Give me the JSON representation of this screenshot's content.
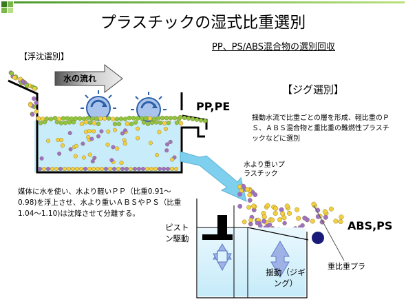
{
  "title": "プラスチックの湿式比重選別",
  "subtitle": "PP、PS/ABS混合物の選別回収",
  "float_label": "【浮沈選別】",
  "water_flow": "水の流れ",
  "pp_pe": "PP,PE",
  "jig_label": "【ジグ選別】",
  "jig_description": "揺動水流で比重ごとの層を形成、軽比重のＰＳ、ＡＢＳ混合物と重比重の難燃性プラスチックなどに選別",
  "heavier_than_water": "水より重いプラスチック",
  "media_description": "媒体に水を使い、水より軽いＰＰ（比重0.91～0.98)を浮上させ、水より重いＡＢＳやＰＳ（比重1.04～1.10)は沈降させて分離する。",
  "piston_drive": "ピストン駆動",
  "shaking": "揺動（ジギング）",
  "abs_ps": "ABS,PS",
  "heavy_plastic": "重比重プラ",
  "colors": {
    "water": "#c8ecfa",
    "arrow": "#7fd0ee",
    "pellet_green": "#8fc63f",
    "pellet_yellow": "#f4d03f",
    "pellet_purple": "#a070c8",
    "rotor": "#a9c4ec",
    "rotor_dark": "#2d5fa8",
    "navy_ball": "#1a1a7a"
  }
}
